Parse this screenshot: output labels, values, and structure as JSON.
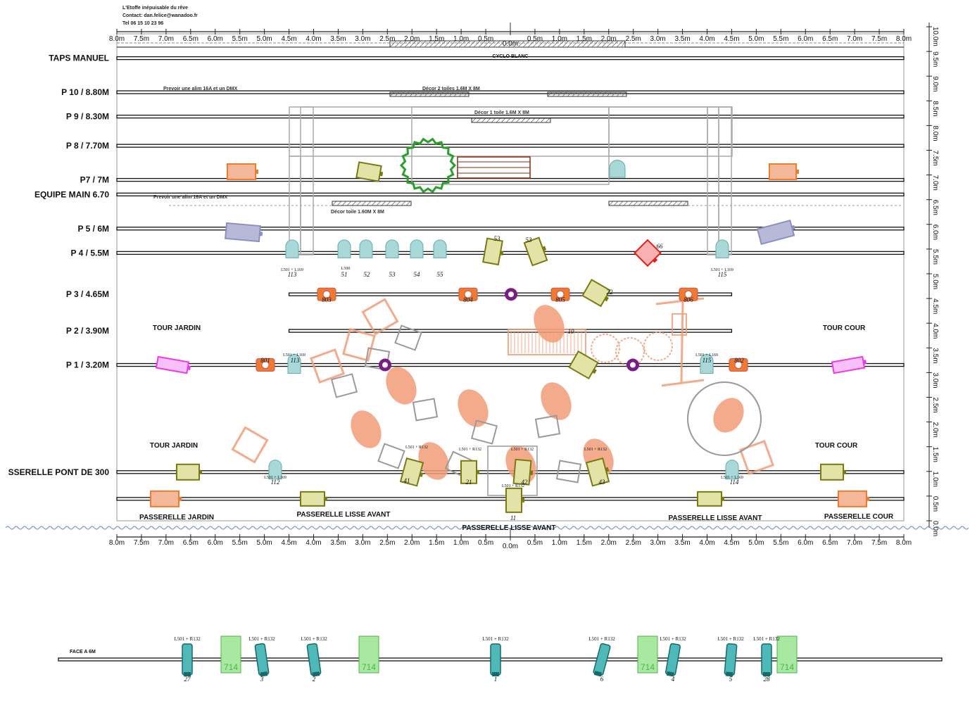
{
  "header": {
    "company": "L'Etoffe inépuisable du rêve",
    "contact": "Contact: dan.felice@wanadoo.fr",
    "tel": "Tel 06 15 10 23 96"
  },
  "scale": {
    "ticks": [
      "8.0m",
      "7.5m",
      "7.0m",
      "6.5m",
      "6.0m",
      "5.5m",
      "5.0m",
      "4.5m",
      "4.0m",
      "3.5m",
      "3.0m",
      "2.5m",
      "2.0m",
      "1.5m",
      "1.0m",
      "0.5m",
      "0.0m",
      "0.5m",
      "1.0m",
      "1.5m",
      "2.0m",
      "2.5m",
      "3.0m",
      "3.5m",
      "4.0m",
      "4.5m",
      "5.0m",
      "5.5m",
      "6.0m",
      "6.5m",
      "7.0m",
      "7.5m",
      "8.0m"
    ],
    "vticks": [
      "10.0m",
      "9.5m",
      "9.0m",
      "8.5m",
      "8.0m",
      "7.5m",
      "7.0m",
      "6.5m",
      "6.0m",
      "5.5m",
      "5.0m",
      "4.5m",
      "4.0m",
      "3.5m",
      "3.0m",
      "2.5m",
      "2.0m",
      "1.5m",
      "1.0m",
      "0.5m",
      "0.0m"
    ]
  },
  "bars": [
    {
      "label": "TAPS MANUEL",
      "depth": 9.5
    },
    {
      "label": "P 10  /  8.80M",
      "depth": 8.8
    },
    {
      "label": "P 9 / 8.30M",
      "depth": 8.3
    },
    {
      "label": "P 8 / 7.70M",
      "depth": 7.7
    },
    {
      "label": "P7 /  7M",
      "depth": 7.0
    },
    {
      "label": "EQUIPE MAIN 6.70",
      "depth": 6.7
    },
    {
      "label": "P 5  / 6M",
      "depth": 6.0
    },
    {
      "label": "P 4 / 5.5M",
      "depth": 5.5
    },
    {
      "label": "P 3 /  4.65M",
      "depth": 4.65
    },
    {
      "label": "P 2 /  3.90M",
      "depth": 3.9
    },
    {
      "label": "P 1 / 3.20M",
      "depth": 3.2
    },
    {
      "label": "SSERELLE PONT DE 300",
      "depth": 1.0
    }
  ],
  "notes": {
    "cyclo": "CYCLO BLANC",
    "alim1": "Prevoir une alim 16A et un DMX",
    "alim2": "Prevoir une alim 16A et un DMX",
    "decor2": "Décor 2  toiles 1.6M X 8M",
    "decor1": "Décor 1  toile 1.6M X 8M",
    "decor_toile": "Décor toile 1.60M X 8M"
  },
  "stage_labels": {
    "tour_jardin_top": "TOUR JARDIN",
    "tour_cour_top": "TOUR COUR",
    "tour_jardin_bottom": "TOUR JARDIN",
    "tour_cour_bottom": "TOUR COUR",
    "passerelle_jardin": "PASSERELLE JARDIN",
    "passerelle_lisse_avant_1": "PASSERELLE LISSE AVANT",
    "passerelle_lisse_avant_2": "PASSERELLE LISSE AVANT",
    "passerelle_lisse_avant_3": "PASSERELLE LISSE AVANT",
    "passerelle_cour": "PASSERELLE  COUR"
  },
  "fixture_numbers": {
    "p4": [
      "113",
      "51",
      "52",
      "53",
      "54",
      "55",
      "53",
      "53",
      "66",
      "115"
    ],
    "p3": [
      "803",
      "804",
      "805",
      "22",
      "806"
    ],
    "p1": [
      "801",
      "113",
      "10",
      "115",
      "802"
    ],
    "pont": [
      "112",
      "41",
      "21",
      "42",
      "43",
      "114"
    ],
    "lisse": [
      "11"
    ]
  },
  "filters": {
    "l501_l169": "L501 + L169",
    "l501_r132": "L501 + R132",
    "l500": "L500"
  },
  "face": {
    "label": "FACE A 6M",
    "filter": "L501 + R132",
    "numbers": [
      "27",
      "3",
      "2",
      "1",
      "6",
      "4",
      "5",
      "28"
    ],
    "box": "714"
  },
  "colors": {
    "pc_orange": "#f07a2e",
    "pc_light": "#f4b89a",
    "blue_pale": "#a8d8d8",
    "olive": "#7a7a12",
    "olive_fill": "#e3e3a8",
    "magenta": "#e83ce8",
    "purple": "#7a1e86",
    "lavender": "#8e8ec0",
    "red": "#e02020",
    "teal": "#2aa0a0",
    "green": "#2aa02a",
    "brown": "#8b2a10",
    "grey": "#9a9a9a"
  }
}
